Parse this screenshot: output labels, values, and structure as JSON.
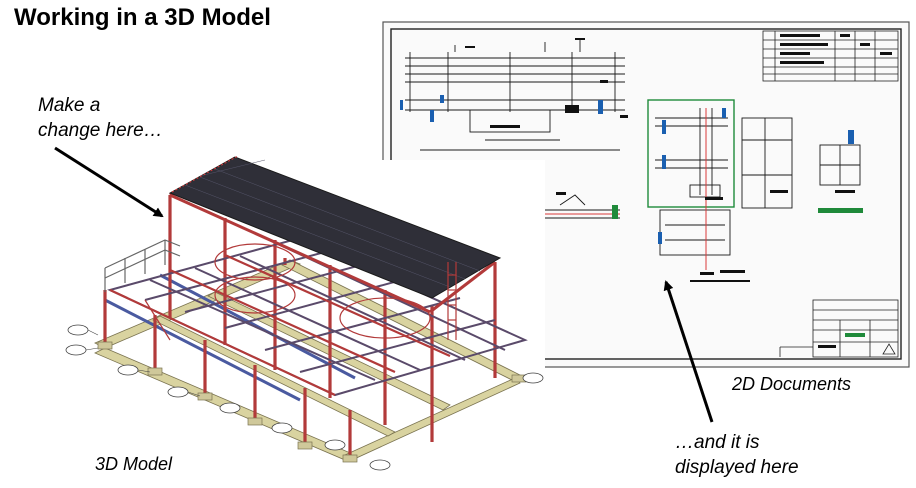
{
  "title": "Working in a 3D Model",
  "annotations": {
    "change_here_line1": "Make a",
    "change_here_line2": "change here…",
    "displayed_here_line1": "…and it is",
    "displayed_here_line2": "displayed here"
  },
  "captions": {
    "model": "3D Model",
    "documents": "2D Documents"
  },
  "colors": {
    "steel_red": "#b23a3a",
    "steel_blue": "#4a5aa0",
    "concrete": "#d9d3a0",
    "roof": "#2f2f38",
    "drawing_line": "#1a1a1a",
    "drawing_accent": "#1f8a3a",
    "drawing_blue": "#1a5fb0"
  }
}
